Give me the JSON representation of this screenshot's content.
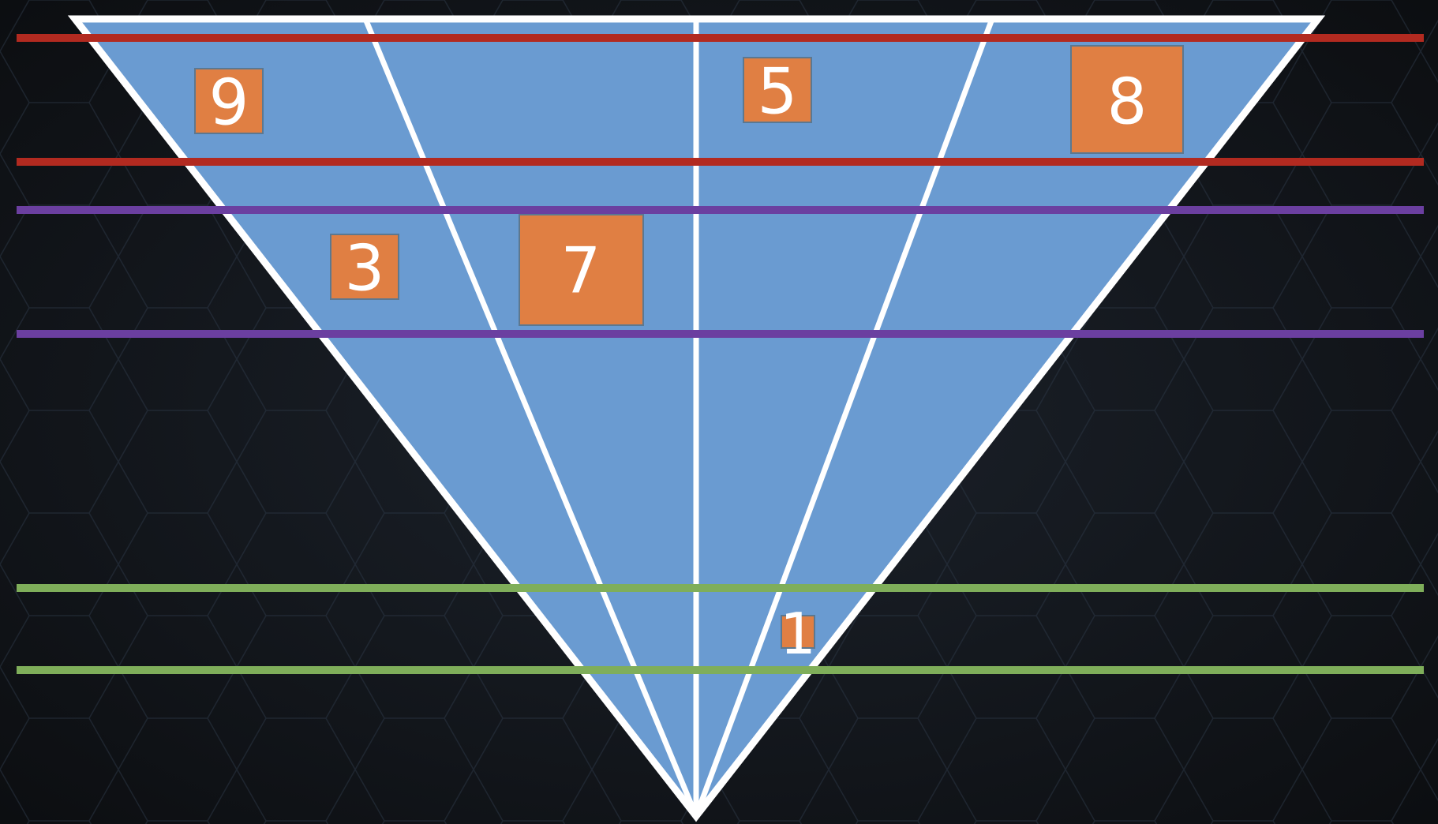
{
  "diagram": {
    "colors": {
      "background": "#121418",
      "background_pattern": "#2a3544",
      "triangle_fill": "#6a9bd1",
      "divider_lines": "#ffffff",
      "red_band": "#b22a20",
      "purple_band": "#6b3fa0",
      "green_band": "#7fae5a",
      "box_fill": "#e07f43",
      "box_border": "#5c7890",
      "number_text": "#ffffff"
    },
    "shape": "inverted triangle split into four vertical sections",
    "bands": [
      {
        "color_name": "red"
      },
      {
        "color_name": "red"
      },
      {
        "color_name": "purple"
      },
      {
        "color_name": "purple"
      },
      {
        "color_name": "green"
      },
      {
        "color_name": "green"
      }
    ],
    "boxes": [
      {
        "label": "9"
      },
      {
        "label": "5"
      },
      {
        "label": "8"
      },
      {
        "label": "3"
      },
      {
        "label": "7"
      },
      {
        "label": "1"
      }
    ]
  }
}
